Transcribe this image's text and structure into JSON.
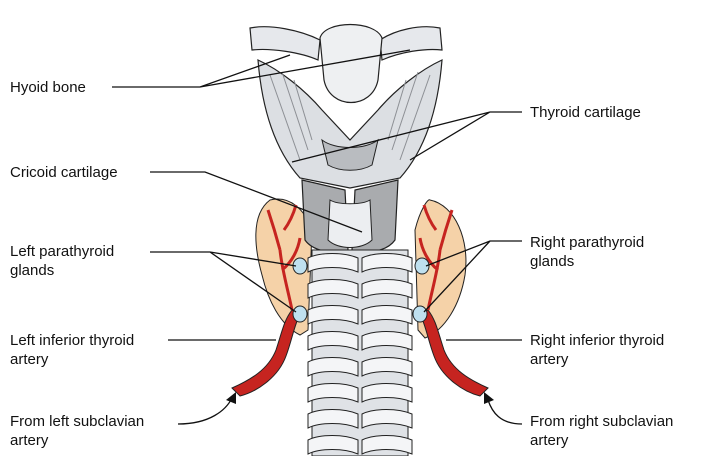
{
  "labels": {
    "hyoid_bone": "Hyoid bone",
    "thyroid_cartilage": "Thyroid cartilage",
    "cricoid_cartilage": "Cricoid cartilage",
    "left_parathyroid": [
      "Left parathyroid",
      "glands"
    ],
    "right_parathyroid": [
      "Right parathyroid",
      "glands"
    ],
    "left_inferior_thyroid": [
      "Left inferior thyroid",
      "artery"
    ],
    "right_inferior_thyroid": [
      "Right inferior thyroid",
      "artery"
    ],
    "from_left_subclavian": [
      "From left subclavian",
      "artery"
    ],
    "from_right_subclavian": [
      "From right subclavian",
      "artery"
    ]
  },
  "colors": {
    "cartilage": "#e6e8ec",
    "cartilage_dark": "#a9abae",
    "muscle": "#c9cbce",
    "gland": "#f5d2a8",
    "artery": "#c62420",
    "parathyroid": "#bfe0ef",
    "outline": "#222222"
  }
}
